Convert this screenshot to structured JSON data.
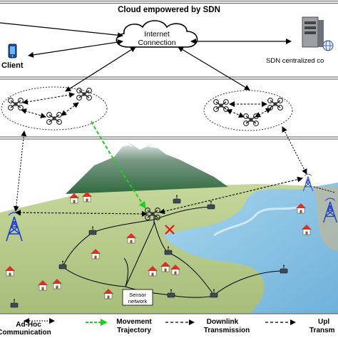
{
  "header": {
    "title": "Cloud empowered by SDN"
  },
  "cloud": {
    "line1": "Internet",
    "line2": "Connection"
  },
  "nodes": {
    "client": "Client",
    "sdn_controller": "SDN centralized co",
    "sensor_network_line1": "Sensor",
    "sensor_network_line2": "network"
  },
  "legend": {
    "adhoc_line1": "Ad-Hoc",
    "adhoc_line2": "Communication",
    "movement_line1": "Movement",
    "movement_line2": "Trajectory",
    "downlink_line1": "Downlink",
    "downlink_line2": "Transmission",
    "uplink_line1": "Upl",
    "uplink_line2": "Transm"
  },
  "colors": {
    "movement": "#22cc22",
    "tower": "#1a3fd0",
    "water": "#8ec6e6",
    "land": "#b5c98a",
    "mountain": "#3f7a4a",
    "roof": "#d9302a"
  },
  "icons": [
    "drone-icon",
    "phone-icon",
    "server-icon",
    "tower-icon",
    "house-icon",
    "sensor-icon",
    "globe-icon",
    "cross-icon"
  ]
}
